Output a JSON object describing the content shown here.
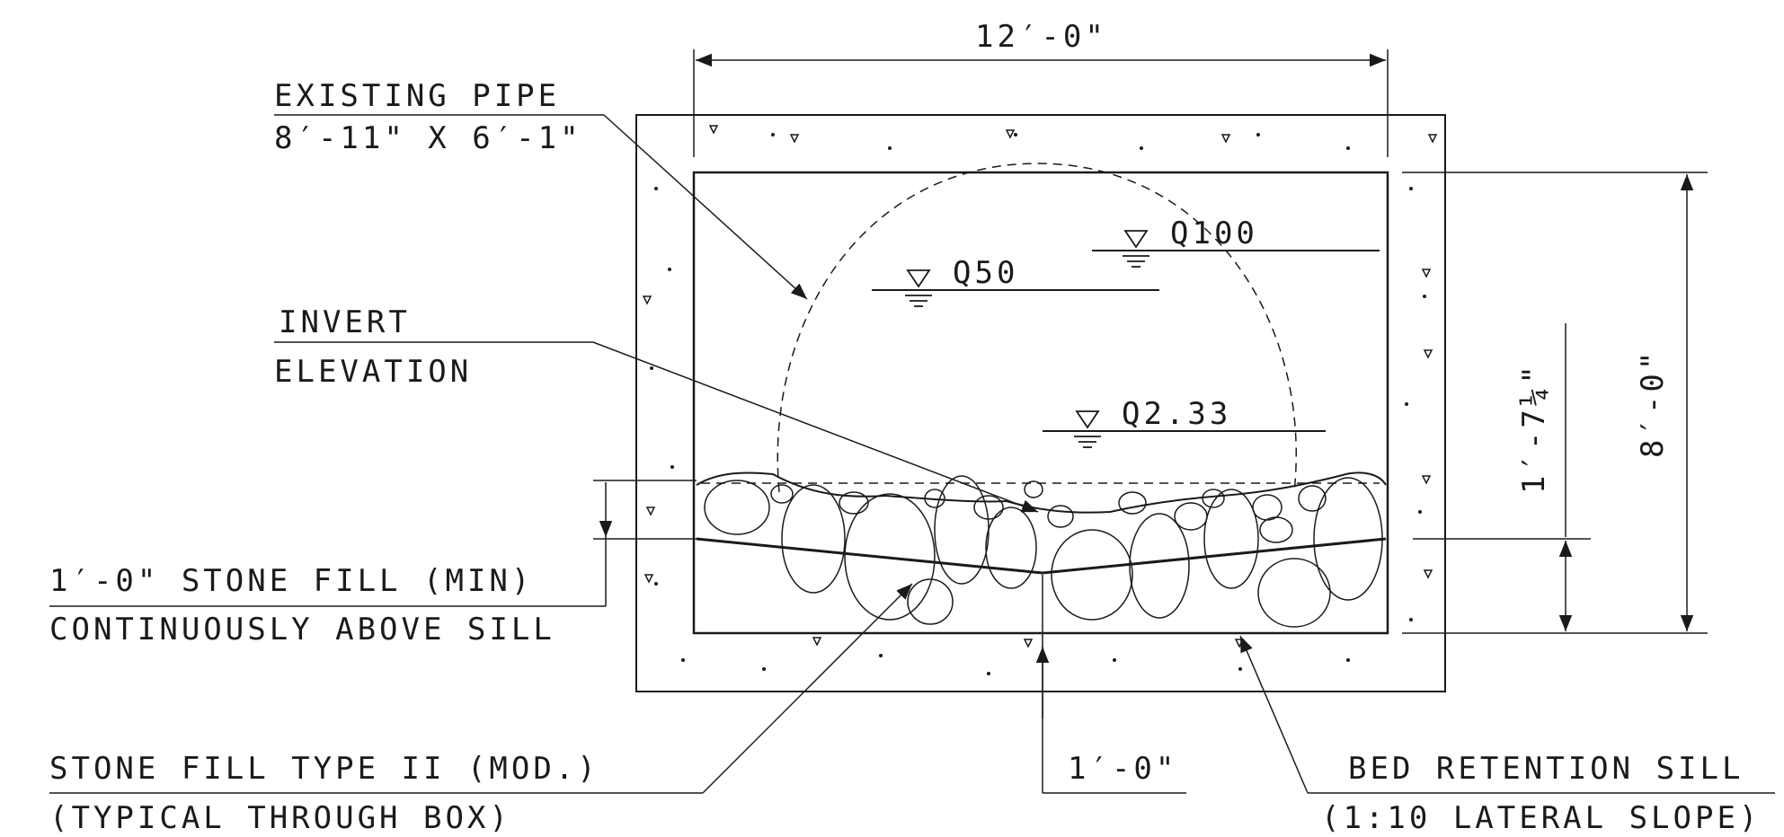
{
  "labels": {
    "top_dimension": "12′-0\"",
    "existing_pipe": "EXISTING PIPE",
    "pipe_size": "8′-11\" X 6′-1\"",
    "invert": "INVERT",
    "elevation": "ELEVATION",
    "q100": "Q100",
    "q50": "Q50",
    "q233": "Q2.33",
    "stone_fill_min": "1′-0\" STONE FILL (MIN)",
    "continuously": "CONTINUOUSLY ABOVE SILL",
    "stone_type": "STONE FILL TYPE II (MOD.)",
    "typical": "(TYPICAL THROUGH BOX)",
    "sill_width": "1′-0\"",
    "bed_sill": "BED RETENTION SILL",
    "lateral_slope": "(1:10 LATERAL SLOPE)",
    "dim_height": "8′-0\"",
    "dim_sill": "1′-7¼\""
  },
  "colors": {
    "ink": "#1a1a1a",
    "paper": "#ffffff"
  }
}
